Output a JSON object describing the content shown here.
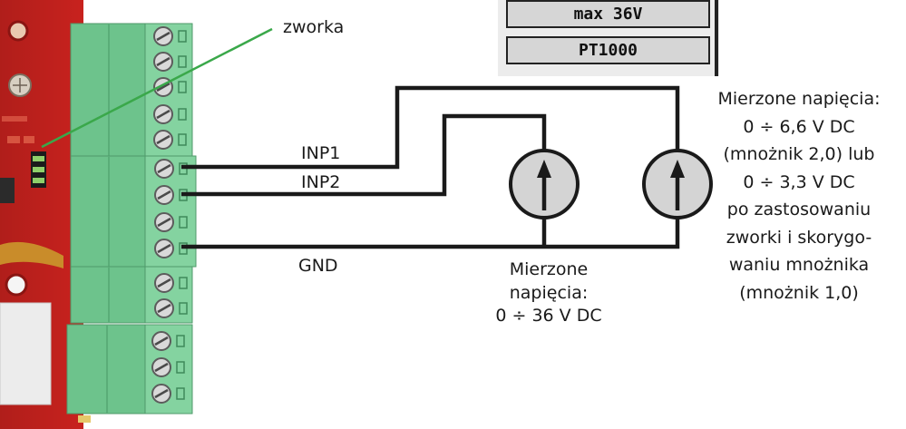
{
  "settings_panel": {
    "range_label": "max 36V",
    "sensor_label": "PT1000"
  },
  "labels": {
    "jumper": "zworka",
    "inp1": "INP1",
    "inp2": "INP2",
    "gnd": "GND"
  },
  "voltage_range_36v": [
    "Mierzone",
    "napięcia:",
    "0 ÷ 36 V DC"
  ],
  "voltage_range_low": [
    "Mierzone napięcia:",
    "0 ÷ 6,6 V DC",
    "(mnożnik 2,0) lub",
    "0 ÷ 3,3 V DC",
    "po zastosowaniu",
    "zworki i skorygo-",
    "waniu mnożnika",
    "(mnożnik 1,0)"
  ],
  "colors": {
    "board_red": "#c8221e",
    "terminal_green": "#6dc38c",
    "jumper_pointer": "#3aa84a",
    "wire": "#1a1a1a",
    "meter_fill": "#d4d4d4"
  }
}
